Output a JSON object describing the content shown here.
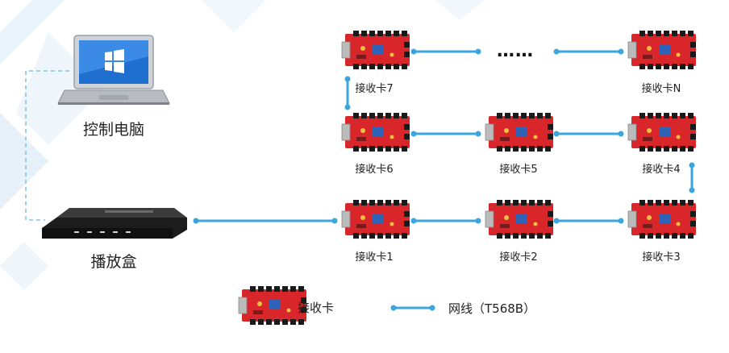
{
  "devices": {
    "computer_label": "控制电脑",
    "player_label": "播放盒"
  },
  "cards": [
    {
      "id": "c1",
      "label": "接收卡1"
    },
    {
      "id": "c2",
      "label": "接收卡2"
    },
    {
      "id": "c3",
      "label": "接收卡3"
    },
    {
      "id": "c4",
      "label": "接收卡4"
    },
    {
      "id": "c5",
      "label": "接收卡5"
    },
    {
      "id": "c6",
      "label": "接收卡6"
    },
    {
      "id": "c7",
      "label": "接收卡7"
    },
    {
      "id": "cn",
      "label": "接收卡N"
    }
  ],
  "ellipsis": "……",
  "legend": {
    "card_label": "接收卡",
    "cable_label": "网线（T568B）"
  },
  "colors": {
    "cable": "#3aa6dd",
    "dashed_link": "#6fb6e0",
    "card_board": "#d8262a",
    "card_chip": "#2f63b8",
    "background_deco": "#dfeef9"
  }
}
